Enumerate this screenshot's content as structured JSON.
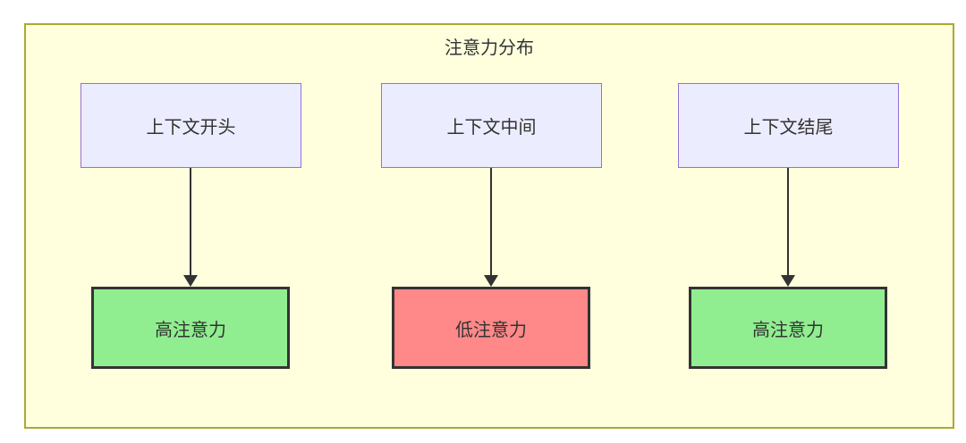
{
  "diagram": {
    "title": "注意力分布",
    "columns": [
      {
        "source": "上下文开头",
        "target": "高注意力",
        "target_type": "high"
      },
      {
        "source": "上下文中间",
        "target": "低注意力",
        "target_type": "low"
      },
      {
        "source": "上下文结尾",
        "target": "高注意力",
        "target_type": "high"
      }
    ],
    "colors": {
      "cluster_background": "#ffffde",
      "cluster_border": "#aaaa33",
      "source_fill": "#ececff",
      "source_border": "#9370db",
      "high_attention_fill": "#90ee90",
      "low_attention_fill": "#ff8888",
      "target_border": "#333333",
      "arrow": "#333333",
      "text": "#333333"
    }
  }
}
